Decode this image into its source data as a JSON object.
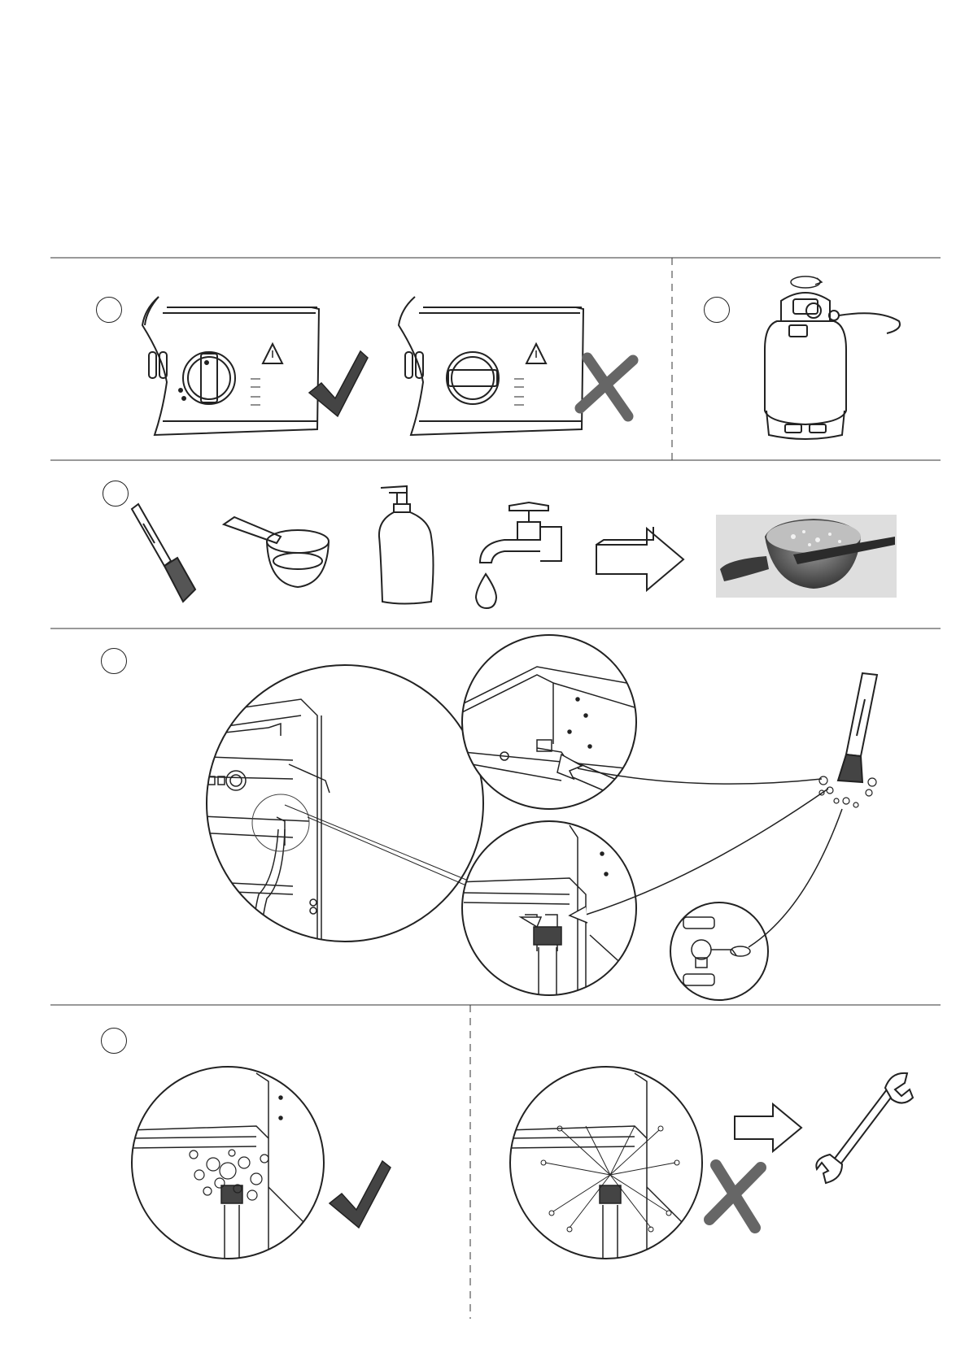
{
  "steps": [
    {
      "id": "step-1",
      "number": ""
    },
    {
      "id": "step-2",
      "number": ""
    },
    {
      "id": "step-3",
      "number": ""
    },
    {
      "id": "step-4",
      "number": ""
    },
    {
      "id": "step-5",
      "number": ""
    }
  ],
  "marks": {
    "ok_color": "#444444",
    "bad_color": "#666666"
  },
  "icons": [
    "control-knob-off",
    "control-knob-on",
    "warning-triangle",
    "check-mark",
    "cross-mark",
    "gas-cylinder",
    "rotate-arrow",
    "basting-brush",
    "saucepan",
    "soap-bottle",
    "water-tap",
    "water-drop",
    "arrow-right",
    "soapy-water-bowl",
    "magnifier-circle",
    "leak-bubbles",
    "wrench"
  ]
}
